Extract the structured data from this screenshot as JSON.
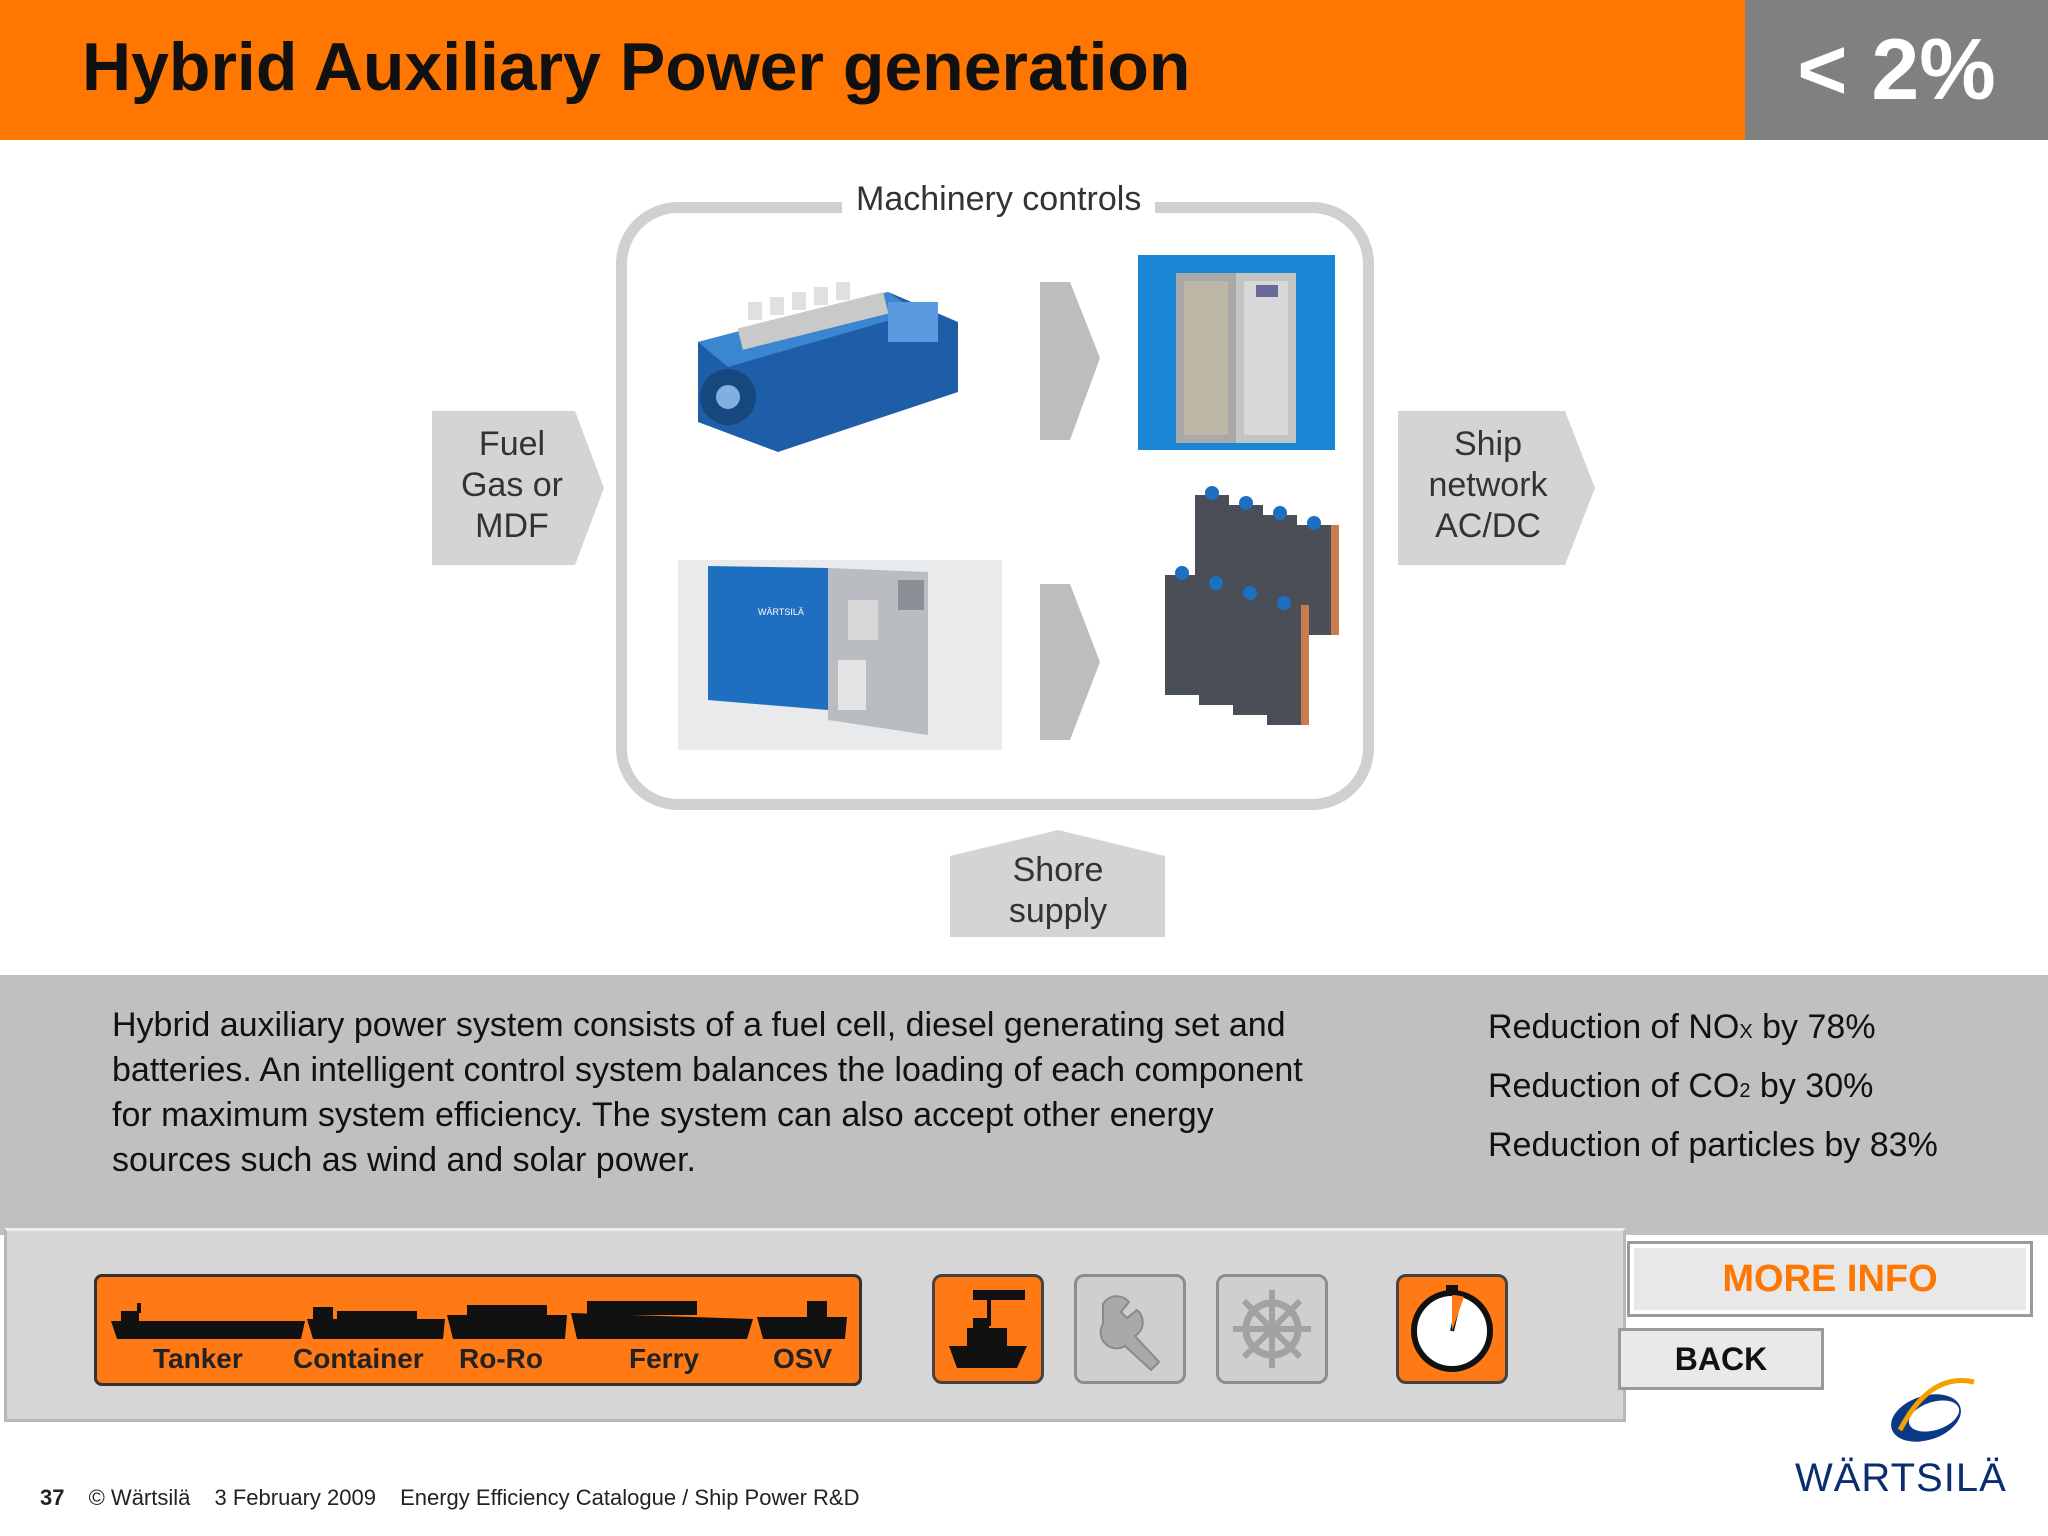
{
  "header": {
    "title": "Hybrid Auxiliary Power generation",
    "badge": "< 2%"
  },
  "diagram": {
    "frame_label": "Machinery controls",
    "input": [
      "Fuel",
      "Gas or",
      "MDF"
    ],
    "output": [
      "Ship",
      "network",
      "AC/DC"
    ],
    "shore": [
      "Shore",
      "supply"
    ]
  },
  "info": {
    "description": "Hybrid auxiliary power system consists of a fuel cell, diesel generating set and batteries. An intelligent control system balances the loading of  each component for maximum system efficiency. The system can also accept other energy sources such as wind and solar power.",
    "results": [
      {
        "prefix": "Reduction of NO",
        "sub": "X",
        "suffix": " by 78%"
      },
      {
        "prefix": "Reduction of CO",
        "sub": "2",
        "suffix": " by 30%"
      },
      {
        "prefix": "Reduction of particles by 83%",
        "sub": "",
        "suffix": ""
      }
    ]
  },
  "nav": {
    "ships": [
      "Tanker",
      "Container",
      "Ro-Ro",
      "Ferry",
      "OSV"
    ],
    "icons": [
      "ship-port-icon",
      "wrench-icon",
      "helm-wheel-icon",
      "stopwatch-icon"
    ],
    "more_info": "MORE INFO",
    "back": "BACK"
  },
  "footer": {
    "page": "37",
    "copyright": "© Wärtsilä",
    "date": "3 February 2009",
    "catalogue": "Energy Efficiency Catalogue / Ship Power R&D",
    "logo": "WÄRTSILÄ"
  },
  "colors": {
    "accent": "#ff7700",
    "badge": "#808080",
    "band": "#c0c0c1",
    "logo": "#0a2d6e"
  }
}
